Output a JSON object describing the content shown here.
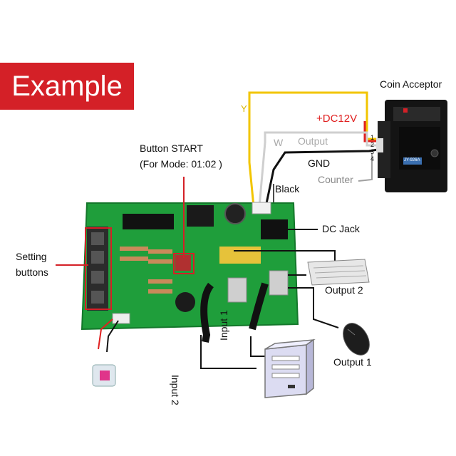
{
  "badge": {
    "text": "Example",
    "color": "#d42027"
  },
  "labels": {
    "coin_acceptor": "Coin Acceptor",
    "button_start_line1": "Button START",
    "button_start_line2": "(For Mode: 01:02 )",
    "setting_buttons_line1": "Setting",
    "setting_buttons_line2": "buttons",
    "dc_jack": "DC Jack",
    "output2": "Output 2",
    "output1": "Output 1",
    "input1": "Input 1",
    "input2": "Input 2",
    "black": "Black"
  },
  "wires": {
    "y": "Y",
    "dc12v": "+DC12V",
    "w": "W",
    "output": "Output",
    "gnd": "GND",
    "counter": "Counter",
    "pins": [
      "1",
      "2",
      "3",
      "4"
    ]
  },
  "device": {
    "model": "JY-926A"
  },
  "colors": {
    "board": "#1f9e3b",
    "wire_yellow": "#f2c500",
    "wire_red": "#e02020",
    "wire_white": "#c8c8c8",
    "wire_black": "#111111",
    "wire_gray": "#9a9a9a",
    "callout": "#d42027"
  }
}
